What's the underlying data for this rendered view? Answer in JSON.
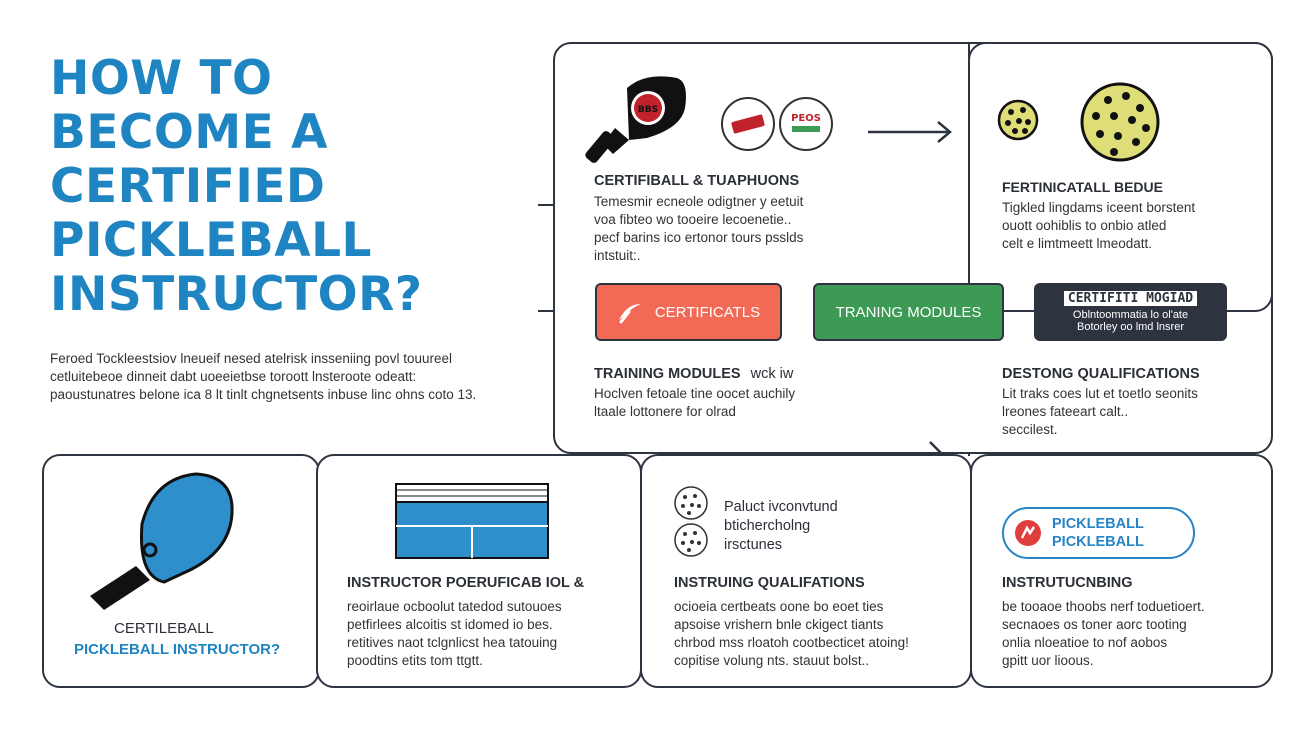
{
  "title": [
    "HOW TO",
    "BECOME A",
    "CERTIFIED",
    "PICKLEBALL",
    "INSTRUCTOR?"
  ],
  "intro": [
    "Feroed Tockleestsiov lneueif nesed atelrisk insseniing povl touureel",
    "cetluitebeoe dinneit dabt uoeeietbse toroott lnsteroote odeatt:",
    "paoustunatres belone ica 8 lt tinlt chgnetsents inbuse linc ohns coto 13."
  ],
  "panel_a": {
    "heading": "CERTIFIBALL & TUAPHUONS",
    "lines": [
      "Temesmir ecneole odigtner y eetuit",
      "voa fibteo wo tooeire lecoenetie..",
      "pecf barins ico ertonor tours psslds",
      "intstuit:."
    ],
    "badge_left_text": "BBS",
    "badge_right_text": "PEOS"
  },
  "panel_b": {
    "heading": "FERTINICATALL BEDUE",
    "lines": [
      "Tigkled lingdams iceent borstent",
      "ouott oohiblis to onbio atled",
      "celt e limtmeett lmeodatt."
    ]
  },
  "chips": {
    "certificates": "CERTIFICATLS",
    "training": "TRANING MODULES",
    "dark_title": "CERTIFITI MOGIAD",
    "dark_line1": "Oblntoommatia lo ol'ate",
    "dark_line2": "Botorley oo lmd lnsrer"
  },
  "panel_c": {
    "heading": "TRAINING MODULES",
    "heading_extra": "wck iw",
    "lines": [
      "Hoclven fetoale tine oocet auchily",
      "ltaale lottonere for olrad"
    ]
  },
  "panel_d": {
    "heading": "DESTONG QUALIFICATIONS",
    "lines": [
      "Lit traks coes lut et toetlo seonits",
      "lreones fateeart calt..",
      "seccilest."
    ]
  },
  "card_1": {
    "line1": "CERTILEBALL",
    "line2": "PICKLEBALL INSTRUCTOR?"
  },
  "card_2": {
    "heading": "INSTRUCTOR POERUFICAB IOL &",
    "lines": [
      "reoirlaue ocboolut tatedod sutouoes",
      "petfirlees alcoitis st idomed io bes.",
      "retitives naot tclgnlicst hea tatouing",
      "poodtins etits tom ttgtt."
    ]
  },
  "card_3": {
    "side_lines": [
      "Paluct ivconvtund",
      "btichercholng",
      "irsctunes"
    ],
    "heading": "INSTRUING QUALIFATIONS",
    "lines": [
      "ocioeia certbeats oone bo eoet ties",
      "apsoise vrishern bnle ckigect tiants",
      "chrbod mss rloatoh cootbecticet atoing!",
      "copitise volung nts. stauut bolst.."
    ]
  },
  "card_4": {
    "pill_line1": "PICKLEBALL",
    "pill_line2": "PICKLEBALL",
    "heading": "INSTRUTUCNBING",
    "lines": [
      "be tooaoe thoobs nerf toduetioert.",
      "secnaoes os toner aorc tooting",
      "onlia nloeatioe to nof aobos",
      "gpitt uor lioous."
    ]
  },
  "colors": {
    "title_blue": "#1f84c2",
    "chip_red": "#f26a56",
    "chip_green": "#3d9a54",
    "chip_dark": "#2d3440",
    "paddle_blue": "#2e8fcc",
    "ball_yellow": "#dedd77",
    "pill_border": "#2784c7",
    "pill_icon_red": "#e03d3d"
  }
}
